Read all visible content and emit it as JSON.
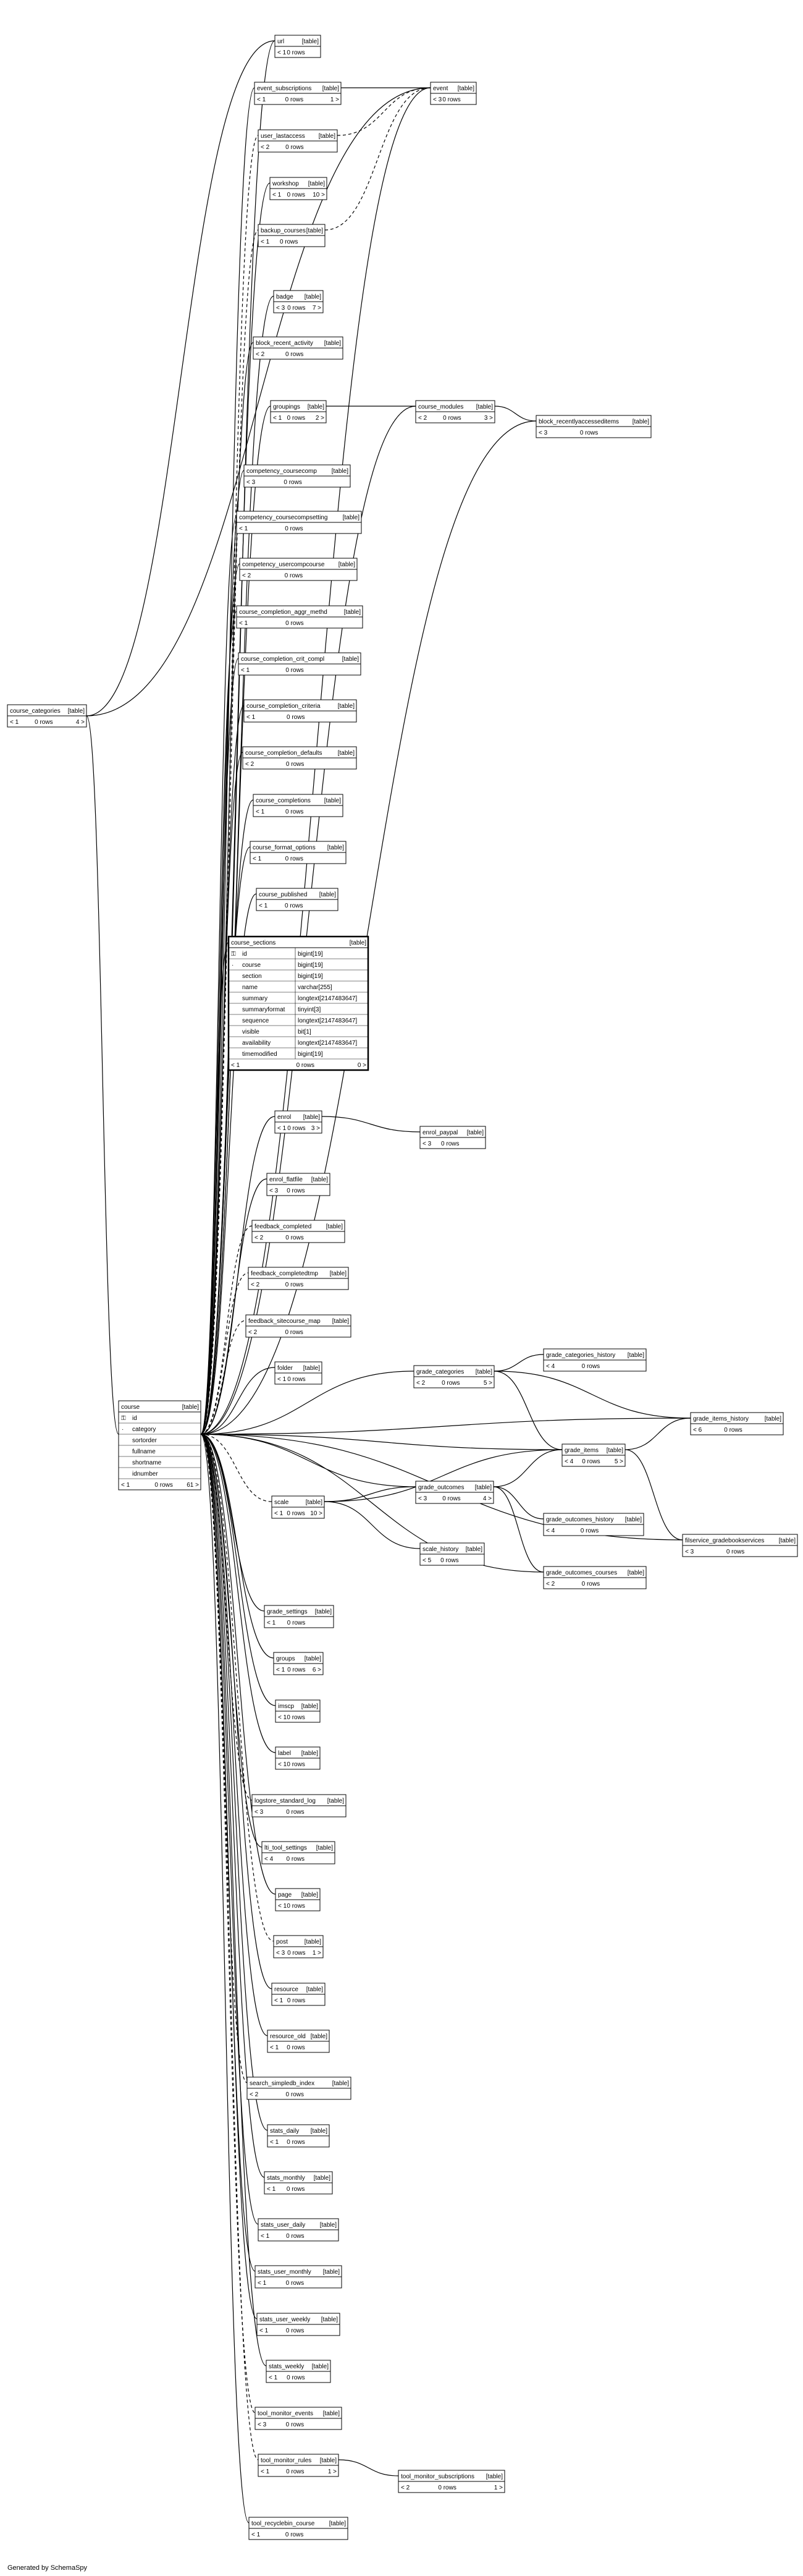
{
  "footer": "Generated by SchemaSpy",
  "table_tag": "[table]",
  "columns_table": {
    "course_sections": {
      "name": "course_sections",
      "columns": [
        {
          "name": "id",
          "type": "bigint[19]",
          "key": true
        },
        {
          "name": "course",
          "type": "bigint[19]",
          "fk": true
        },
        {
          "name": "section",
          "type": "bigint[19]"
        },
        {
          "name": "name",
          "type": "varchar[255]"
        },
        {
          "name": "summary",
          "type": "longtext[2147483647]"
        },
        {
          "name": "summaryformat",
          "type": "tinyint[3]"
        },
        {
          "name": "sequence",
          "type": "longtext[2147483647]"
        },
        {
          "name": "visible",
          "type": "bit[1]"
        },
        {
          "name": "availability",
          "type": "longtext[2147483647]"
        },
        {
          "name": "timemodified",
          "type": "bigint[19]"
        }
      ],
      "footer": {
        "left": "< 1",
        "mid": "0 rows",
        "right": "0 >"
      }
    },
    "course": {
      "name": "course",
      "columns": [
        {
          "name": "id",
          "key": true
        },
        {
          "name": "category",
          "fk": true
        },
        {
          "name": "sortorder"
        },
        {
          "name": "fullname"
        },
        {
          "name": "shortname"
        },
        {
          "name": "idnumber"
        }
      ],
      "footer": {
        "left": "< 1",
        "mid": "0 rows",
        "right": "61 >"
      }
    }
  },
  "tables": [
    {
      "name": "url",
      "left": "< 1",
      "mid": "0 rows",
      "right": ""
    },
    {
      "name": "event_subscriptions",
      "left": "< 1",
      "mid": "0 rows",
      "right": "1 >"
    },
    {
      "name": "user_lastaccess",
      "left": "< 2",
      "mid": "0 rows",
      "right": ""
    },
    {
      "name": "workshop",
      "left": "< 1",
      "mid": "0 rows",
      "right": "10 >"
    },
    {
      "name": "backup_courses",
      "left": "< 1",
      "mid": "0 rows",
      "right": ""
    },
    {
      "name": "badge",
      "left": "< 3",
      "mid": "0 rows",
      "right": "7 >"
    },
    {
      "name": "block_recent_activity",
      "left": "< 2",
      "mid": "0 rows",
      "right": ""
    },
    {
      "name": "groupings",
      "left": "< 1",
      "mid": "0 rows",
      "right": "2 >"
    },
    {
      "name": "competency_coursecomp",
      "left": "< 3",
      "mid": "0 rows",
      "right": ""
    },
    {
      "name": "competency_coursecompsetting",
      "left": "< 1",
      "mid": "0 rows",
      "right": ""
    },
    {
      "name": "competency_usercompcourse",
      "left": "< 2",
      "mid": "0 rows",
      "right": ""
    },
    {
      "name": "course_completion_aggr_methd",
      "left": "< 1",
      "mid": "0 rows",
      "right": ""
    },
    {
      "name": "course_completion_crit_compl",
      "left": "< 1",
      "mid": "0 rows",
      "right": ""
    },
    {
      "name": "course_completion_criteria",
      "left": "< 1",
      "mid": "0 rows",
      "right": ""
    },
    {
      "name": "course_completion_defaults",
      "left": "< 2",
      "mid": "0 rows",
      "right": ""
    },
    {
      "name": "course_completions",
      "left": "< 1",
      "mid": "0 rows",
      "right": ""
    },
    {
      "name": "course_format_options",
      "left": "< 1",
      "mid": "0 rows",
      "right": ""
    },
    {
      "name": "course_published",
      "left": "< 1",
      "mid": "0 rows",
      "right": ""
    },
    {
      "name": "enrol",
      "left": "< 1",
      "mid": "0 rows",
      "right": "3 >"
    },
    {
      "name": "enrol_flatfile",
      "left": "< 3",
      "mid": "0 rows",
      "right": ""
    },
    {
      "name": "feedback_completed",
      "left": "< 2",
      "mid": "0 rows",
      "right": ""
    },
    {
      "name": "feedback_completedtmp",
      "left": "< 2",
      "mid": "0 rows",
      "right": ""
    },
    {
      "name": "feedback_sitecourse_map",
      "left": "< 2",
      "mid": "0 rows",
      "right": ""
    },
    {
      "name": "folder",
      "left": "< 1",
      "mid": "0 rows",
      "right": ""
    },
    {
      "name": "scale",
      "left": "< 1",
      "mid": "0 rows",
      "right": "10 >"
    },
    {
      "name": "grade_settings",
      "left": "< 1",
      "mid": "0 rows",
      "right": ""
    },
    {
      "name": "groups",
      "left": "< 1",
      "mid": "0 rows",
      "right": "6 >"
    },
    {
      "name": "imscp",
      "left": "< 1",
      "mid": "0 rows",
      "right": ""
    },
    {
      "name": "label",
      "left": "< 1",
      "mid": "0 rows",
      "right": ""
    },
    {
      "name": "logstore_standard_log",
      "left": "< 3",
      "mid": "0 rows",
      "right": ""
    },
    {
      "name": "lti_tool_settings",
      "left": "< 4",
      "mid": "0 rows",
      "right": ""
    },
    {
      "name": "page",
      "left": "< 1",
      "mid": "0 rows",
      "right": ""
    },
    {
      "name": "post",
      "left": "< 3",
      "mid": "0 rows",
      "right": "1 >"
    },
    {
      "name": "resource",
      "left": "< 1",
      "mid": "0 rows",
      "right": ""
    },
    {
      "name": "resource_old",
      "left": "< 1",
      "mid": "0 rows",
      "right": ""
    },
    {
      "name": "search_simpledb_index",
      "left": "< 2",
      "mid": "0 rows",
      "right": ""
    },
    {
      "name": "stats_daily",
      "left": "< 1",
      "mid": "0 rows",
      "right": ""
    },
    {
      "name": "stats_monthly",
      "left": "< 1",
      "mid": "0 rows",
      "right": ""
    },
    {
      "name": "stats_user_daily",
      "left": "< 1",
      "mid": "0 rows",
      "right": ""
    },
    {
      "name": "stats_user_monthly",
      "left": "< 1",
      "mid": "0 rows",
      "right": ""
    },
    {
      "name": "stats_user_weekly",
      "left": "< 1",
      "mid": "0 rows",
      "right": ""
    },
    {
      "name": "stats_weekly",
      "left": "< 1",
      "mid": "0 rows",
      "right": ""
    },
    {
      "name": "tool_monitor_events",
      "left": "< 3",
      "mid": "0 rows",
      "right": ""
    },
    {
      "name": "tool_monitor_rules",
      "left": "< 1",
      "mid": "0 rows",
      "right": "1 >"
    },
    {
      "name": "tool_recyclebin_course",
      "left": "< 1",
      "mid": "0 rows",
      "right": ""
    },
    {
      "name": "event",
      "left": "< 3",
      "mid": "0 rows",
      "right": ""
    },
    {
      "name": "course_categories",
      "left": "< 1",
      "mid": "0 rows",
      "right": "4 >"
    },
    {
      "name": "course_modules",
      "left": "< 2",
      "mid": "0 rows",
      "right": "3 >"
    },
    {
      "name": "block_recentlyaccesseditems",
      "left": "< 3",
      "mid": "0 rows",
      "right": ""
    },
    {
      "name": "enrol_paypal",
      "left": "< 3",
      "mid": "0 rows",
      "right": ""
    },
    {
      "name": "grade_categories",
      "left": "< 2",
      "mid": "0 rows",
      "right": "5 >"
    },
    {
      "name": "grade_categories_history",
      "left": "< 4",
      "mid": "0 rows",
      "right": ""
    },
    {
      "name": "grade_items_history",
      "left": "< 6",
      "mid": "0 rows",
      "right": ""
    },
    {
      "name": "grade_items",
      "left": "< 4",
      "mid": "0 rows",
      "right": "5 >"
    },
    {
      "name": "grade_outcomes",
      "left": "< 3",
      "mid": "0 rows",
      "right": "4 >"
    },
    {
      "name": "grade_outcomes_history",
      "left": "< 4",
      "mid": "0 rows",
      "right": ""
    },
    {
      "name": "scale_history",
      "left": "< 5",
      "mid": "0 rows",
      "right": ""
    },
    {
      "name": "grade_outcomes_courses",
      "left": "< 2",
      "mid": "0 rows",
      "right": ""
    },
    {
      "name": "tool_monitor_subscriptions",
      "left": "< 2",
      "mid": "0 rows",
      "right": "1 >"
    },
    {
      "name": "filservice_gradebookservices",
      "left": "< 3",
      "mid": "0 rows",
      "right": ""
    }
  ]
}
